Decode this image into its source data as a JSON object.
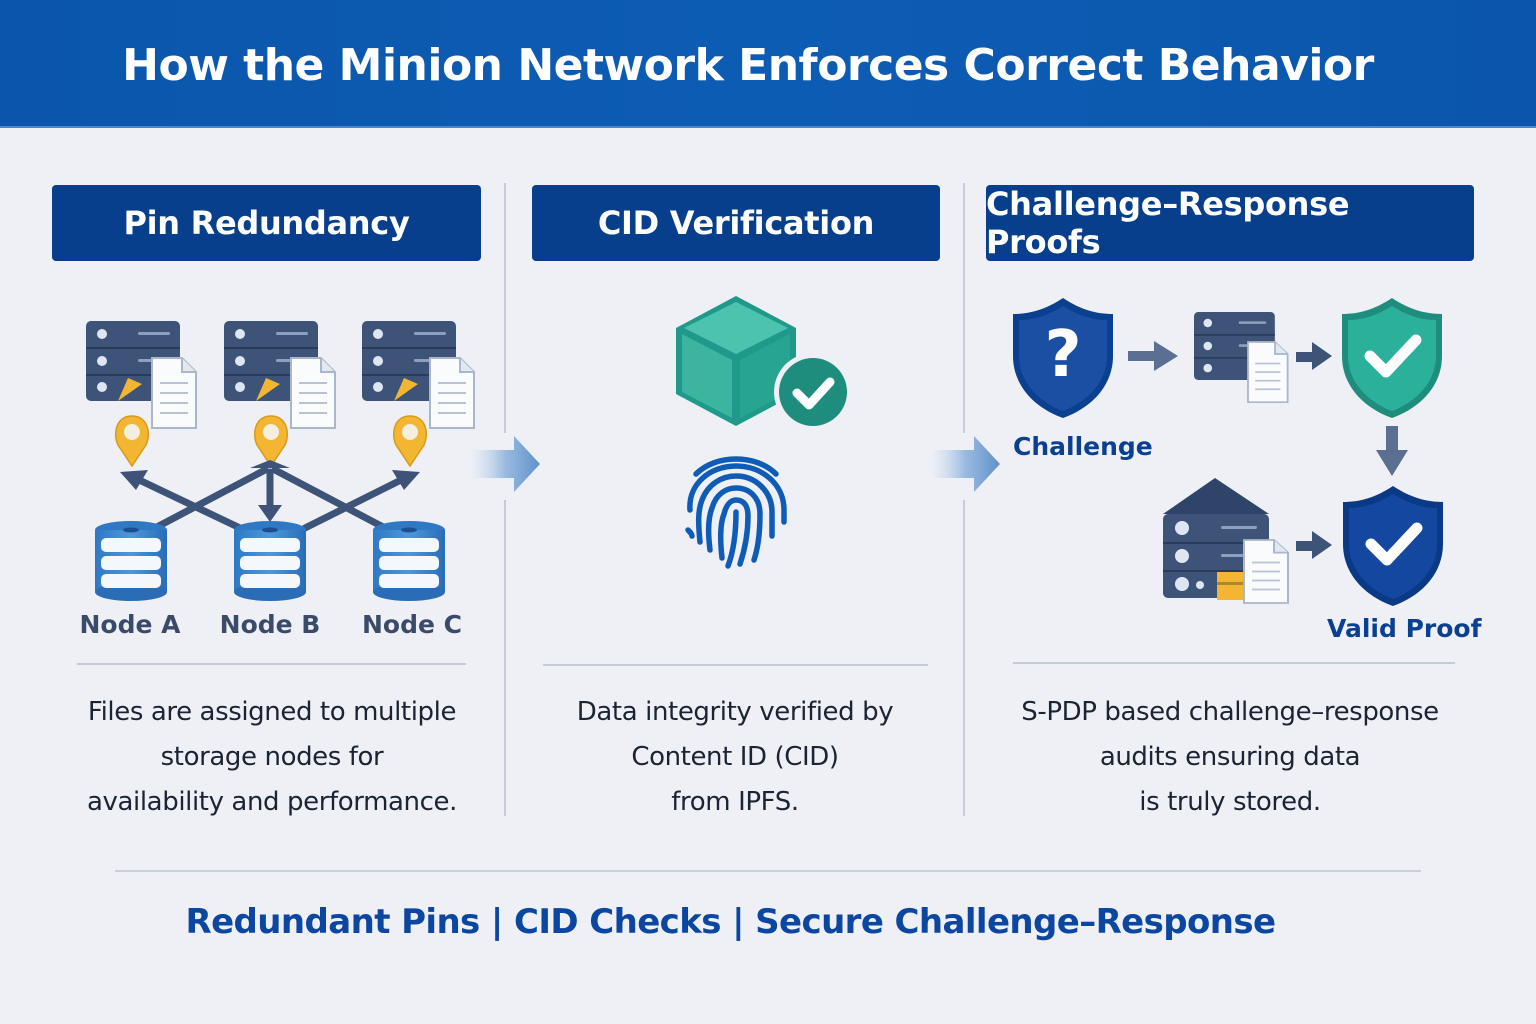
{
  "header": {
    "title": "How the Minion Network Enforces Correct Behavior"
  },
  "columns": [
    {
      "title": "Pin Redundancy",
      "nodes": [
        "Node A",
        "Node B",
        "Node C"
      ],
      "description": [
        "Files are assigned to multiple",
        "storage nodes for",
        "availability and performance."
      ],
      "icons": [
        "server-icon",
        "document-icon",
        "location-pin-icon",
        "database-icon"
      ]
    },
    {
      "title": "CID Verification",
      "description": [
        "Data integrity verified by",
        "Content ID (CID)",
        "from IPFS."
      ],
      "icons": [
        "cube-icon",
        "check-badge-icon",
        "fingerprint-icon"
      ]
    },
    {
      "title": "Challenge–Response Proofs",
      "challenge_label": "Challenge",
      "proof_label": "Valid Proof",
      "description": [
        "S-PDP based challenge–response",
        "audits ensuring data",
        "is truly stored."
      ],
      "icons": [
        "question-shield-icon",
        "server-icon",
        "check-shield-icon"
      ]
    }
  ],
  "footer": {
    "tagline": "Redundant Pins | CID Checks | Secure Challenge–Response"
  },
  "colors": {
    "header_blue": "#0b56ac",
    "title_navy": "#073f8c",
    "teal": "#2bb09c",
    "accent_yellow": "#f2b632",
    "slate": "#3d5478"
  }
}
